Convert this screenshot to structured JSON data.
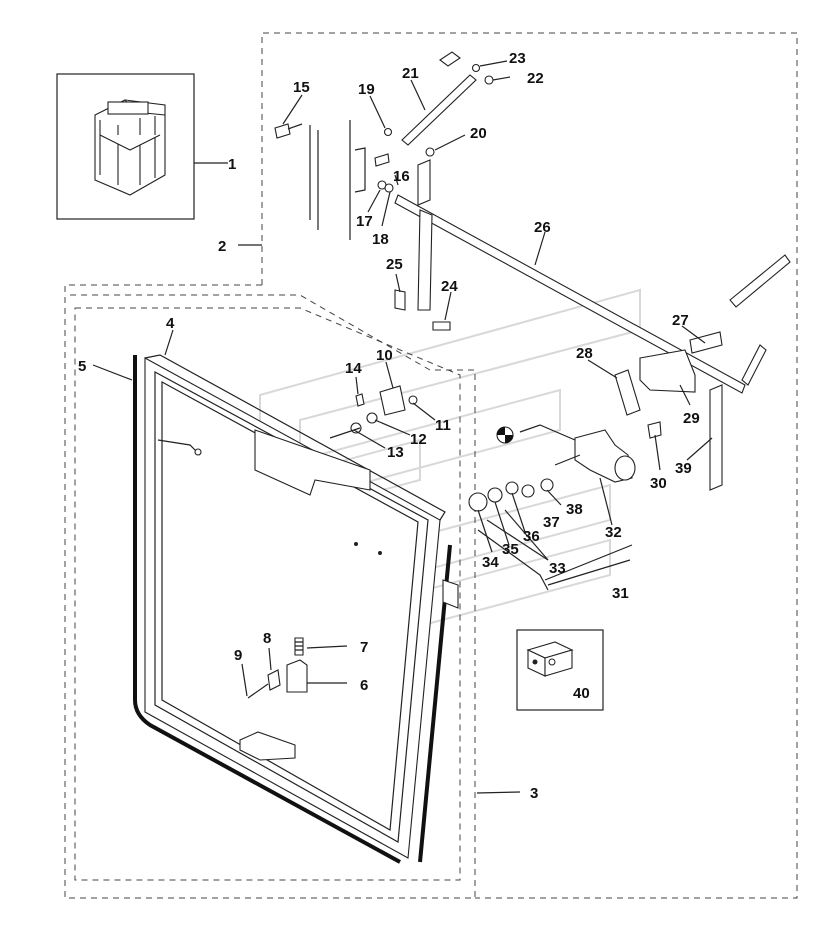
{
  "callouts": {
    "c1": "1",
    "c2": "2",
    "c3": "3",
    "c4": "4",
    "c5": "5",
    "c6": "6",
    "c7": "7",
    "c8": "8",
    "c9": "9",
    "c10": "10",
    "c11": "11",
    "c12": "12",
    "c13": "13",
    "c14": "14",
    "c15": "15",
    "c16": "16",
    "c17": "17",
    "c18": "18",
    "c19": "19",
    "c20": "20",
    "c21": "21",
    "c22": "22",
    "c23": "23",
    "c24": "24",
    "c25": "25",
    "c26": "26",
    "c27": "27",
    "c28": "28",
    "c29": "29",
    "c30": "30",
    "c31": "31",
    "c32": "32",
    "c33": "33",
    "c34": "34",
    "c35": "35",
    "c36": "36",
    "c37": "37",
    "c38": "38",
    "c39": "39",
    "c40": "40"
  },
  "colors": {
    "line": "#222222",
    "watermark": "#d8d8d8",
    "background": "#ffffff"
  }
}
